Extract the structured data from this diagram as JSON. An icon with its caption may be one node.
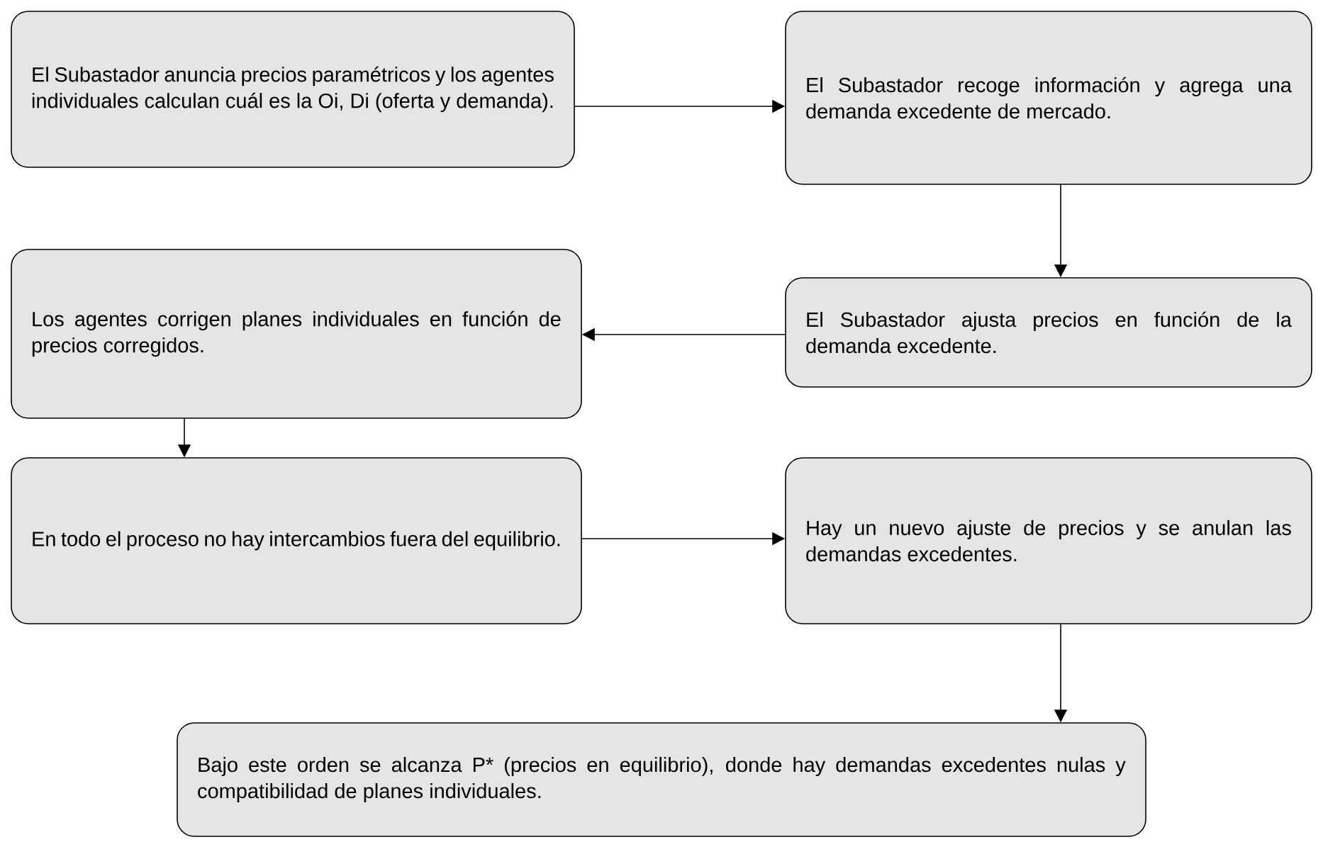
{
  "diagram": {
    "nodes": [
      {
        "text": [
          "El Subastador anuncia precios paramétricos y los agentes individuales calculan cuál es la Oi, Di (oferta y demanda)."
        ]
      },
      {
        "text": [
          "El Subastador recoge información y agrega una demanda excedente de mercado."
        ]
      },
      {
        "text": [
          "Los agentes corrigen planes individuales en función de precios corregidos."
        ]
      },
      {
        "text": [
          "El Subastador ajusta precios en función de la demanda excedente."
        ]
      },
      {
        "text": [
          "En todo el proceso no hay intercambios fuera del equilibrio."
        ]
      },
      {
        "text": [
          "Hay un nuevo ajuste de precios y se anulan las demandas excedentes."
        ]
      },
      {
        "text": [
          "Bajo este orden se alcanza P* (precios en equilibrio), donde hay demandas excedentes nulas y compatibilidad de planes individuales."
        ]
      }
    ],
    "edges": [
      {
        "from": 0,
        "to": 1,
        "arrow": "to"
      },
      {
        "from": 1,
        "to": 3,
        "arrow": "to"
      },
      {
        "from": 3,
        "to": 2,
        "arrow": "to"
      },
      {
        "from": 2,
        "to": 4,
        "arrow": "to"
      },
      {
        "from": 4,
        "to": 5,
        "arrow": "to"
      },
      {
        "from": 5,
        "to": 6,
        "arrow": "to"
      }
    ]
  }
}
